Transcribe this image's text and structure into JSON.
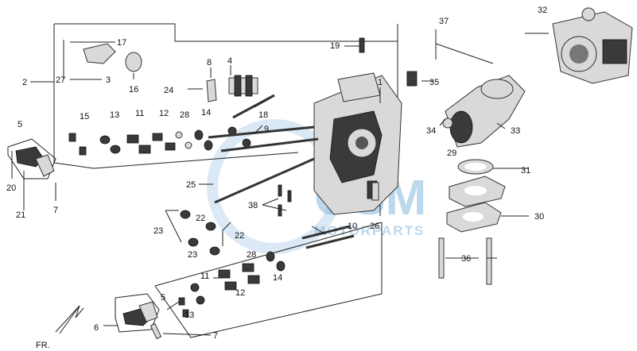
{
  "watermark": {
    "brand": "OSM",
    "sub": "MOTORPARTS",
    "color": "#6ba9d6"
  },
  "labels": {
    "l1": "1",
    "l2": "2",
    "l3": "3",
    "l4": "4",
    "l5a": "5",
    "l5b": "5",
    "l6": "6",
    "l7a": "7",
    "l7b": "7",
    "l8": "8",
    "l9": "9",
    "l10": "10",
    "l11a": "11",
    "l11b": "11",
    "l12a": "12",
    "l12b": "12",
    "l13a": "13",
    "l13b": "13",
    "l14a": "14",
    "l14b": "14",
    "l15": "15",
    "l16": "16",
    "l17": "17",
    "l18": "18",
    "l19": "19",
    "l20": "20",
    "l21": "21",
    "l22a": "22",
    "l22b": "22",
    "l23a": "23",
    "l23b": "23",
    "l24": "24",
    "l25": "25",
    "l26": "26",
    "l27": "27",
    "l28a": "28",
    "l28b": "28",
    "l29": "29",
    "l30": "30",
    "l31": "31",
    "l32": "32",
    "l33": "33",
    "l34": "34",
    "l35": "35",
    "l36": "36",
    "l37": "37",
    "l38": "38"
  },
  "direction_label": "FR."
}
